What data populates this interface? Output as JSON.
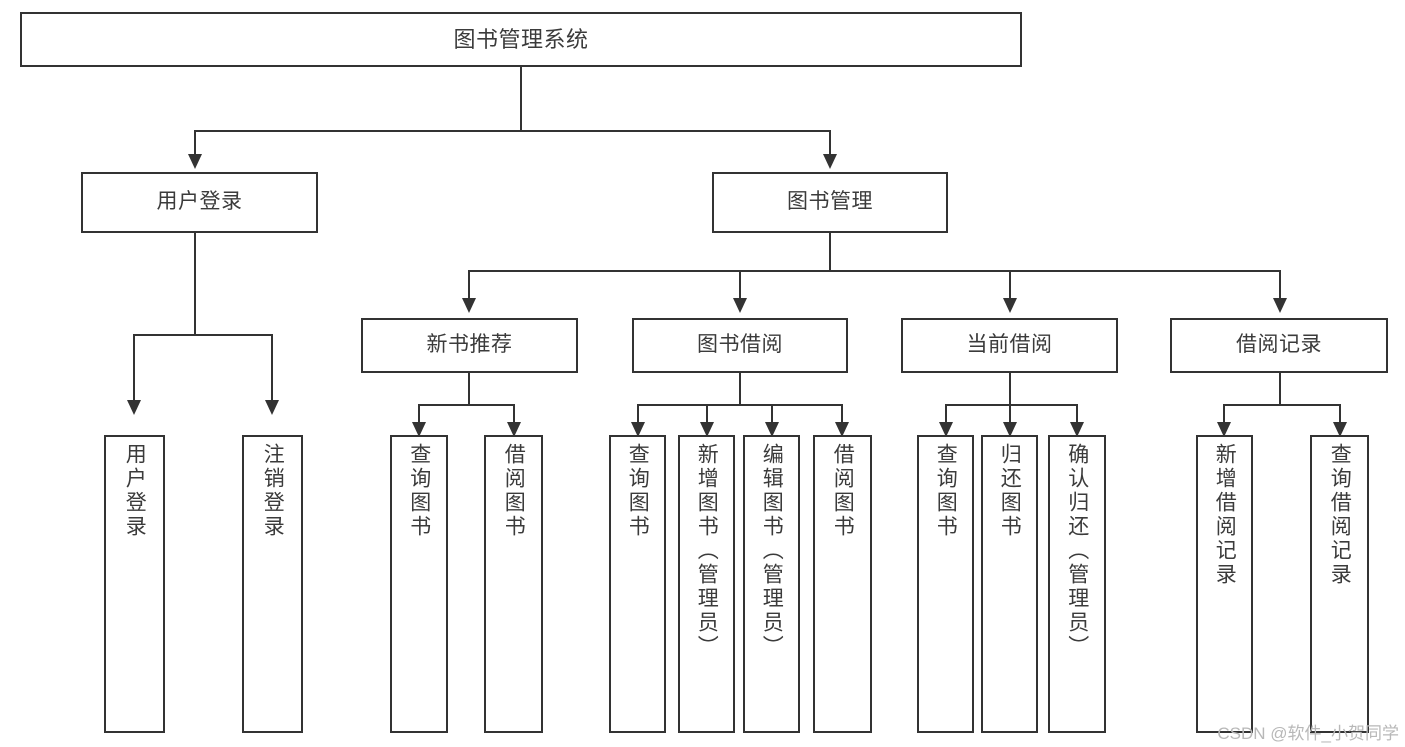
{
  "diagram": {
    "type": "tree-hierarchy-chart",
    "title": "图书管理系统",
    "accent_color": "#333333",
    "background_color": "#ffffff",
    "text_color": "#3b3b3b",
    "root": {
      "label": "图书管理系统"
    },
    "level2": [
      {
        "id": "user-login",
        "label": "用户登录"
      },
      {
        "id": "book-manage",
        "label": "图书管理"
      }
    ],
    "level3": [
      {
        "id": "new-book-recommend",
        "label": "新书推荐",
        "parent": "book-manage"
      },
      {
        "id": "book-borrow",
        "label": "图书借阅",
        "parent": "book-manage"
      },
      {
        "id": "current-borrow",
        "label": "当前借阅",
        "parent": "book-manage"
      },
      {
        "id": "borrow-record",
        "label": "借阅记录",
        "parent": "book-manage"
      }
    ],
    "leaves": [
      {
        "id": "leaf-user-login",
        "label": "用户登录",
        "parent": "user-login"
      },
      {
        "id": "leaf-logout-login",
        "label": "注销登录",
        "parent": "user-login"
      },
      {
        "id": "leaf-query-book-1",
        "label": "查询图书",
        "parent": "new-book-recommend"
      },
      {
        "id": "leaf-borrow-book-1",
        "label": "借阅图书",
        "parent": "new-book-recommend"
      },
      {
        "id": "leaf-query-book-2",
        "label": "查询图书",
        "parent": "book-borrow"
      },
      {
        "id": "leaf-add-book",
        "label": "新增图书（管理员）",
        "parent": "book-borrow"
      },
      {
        "id": "leaf-edit-book",
        "label": "编辑图书（管理员）",
        "parent": "book-borrow"
      },
      {
        "id": "leaf-borrow-book-2",
        "label": "借阅图书",
        "parent": "book-borrow"
      },
      {
        "id": "leaf-query-book-3",
        "label": "查询图书",
        "parent": "current-borrow"
      },
      {
        "id": "leaf-return-book",
        "label": "归还图书",
        "parent": "current-borrow"
      },
      {
        "id": "leaf-confirm-return",
        "label": "确认归还（管理员）",
        "parent": "current-borrow"
      },
      {
        "id": "leaf-add-record",
        "label": "新增借阅记录",
        "parent": "borrow-record"
      },
      {
        "id": "leaf-query-record",
        "label": "查询借阅记录",
        "parent": "borrow-record"
      }
    ],
    "watermark": "CSDN @软件_小贺同学"
  }
}
